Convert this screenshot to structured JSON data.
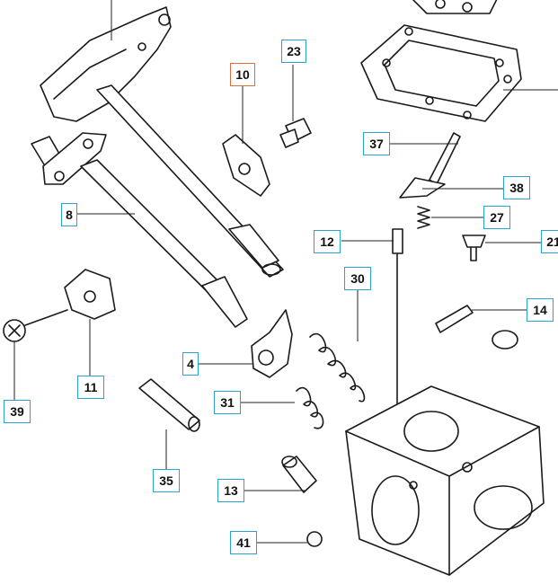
{
  "diagram": {
    "callouts": [
      {
        "key": "c10",
        "label": "10",
        "highlight": true
      },
      {
        "key": "c23",
        "label": "23"
      },
      {
        "key": "c37",
        "label": "37"
      },
      {
        "key": "c38",
        "label": "38"
      },
      {
        "key": "c27",
        "label": "27"
      },
      {
        "key": "c8",
        "label": "8"
      },
      {
        "key": "c12",
        "label": "12"
      },
      {
        "key": "c21",
        "label": "21"
      },
      {
        "key": "c30",
        "label": "30"
      },
      {
        "key": "c14",
        "label": "14"
      },
      {
        "key": "c4",
        "label": "4"
      },
      {
        "key": "c11",
        "label": "11"
      },
      {
        "key": "c39",
        "label": "39"
      },
      {
        "key": "c31",
        "label": "31"
      },
      {
        "key": "c35",
        "label": "35"
      },
      {
        "key": "c13",
        "label": "13"
      },
      {
        "key": "c41",
        "label": "41"
      }
    ],
    "colors": {
      "callout_border": "#29a3d6",
      "highlight_border": "#e06b3c",
      "line": "#1a1a1a"
    }
  }
}
